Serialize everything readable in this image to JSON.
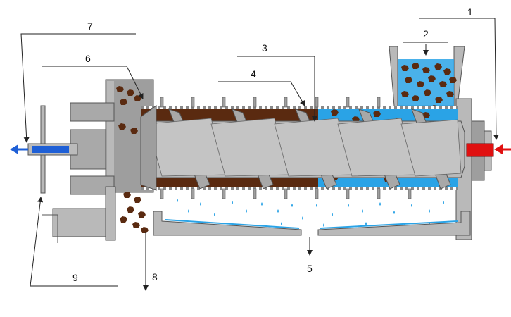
{
  "labels": {
    "l1": "1",
    "l2": "2",
    "l3": "3",
    "l4": "4",
    "l5": "5",
    "l6": "6",
    "l7": "7",
    "l8": "8",
    "l9": "9"
  },
  "colors": {
    "machine_gray": "#b9b9b9",
    "machine_edge": "#555555",
    "water_blue": "#2aa3e6",
    "light_blue": "#aee3ff",
    "solids_brown": "#5a2a10",
    "inlet_red": "#e01010",
    "outlet_blue": "#1e5fd6",
    "line_dark": "#222222"
  }
}
